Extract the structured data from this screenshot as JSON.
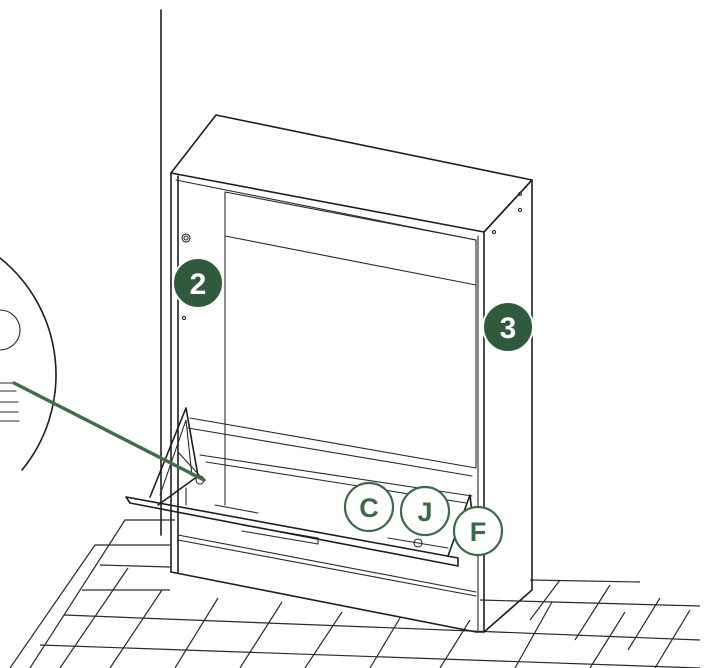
{
  "figure": {
    "step_badges": [
      {
        "id": "panel-2",
        "label": "2",
        "color": "#2f5a3c"
      },
      {
        "id": "panel-3",
        "label": "3",
        "color": "#2f5a3c"
      }
    ],
    "part_labels": [
      {
        "id": "C",
        "label": "C"
      },
      {
        "id": "J",
        "label": "J"
      },
      {
        "id": "F",
        "label": "F"
      }
    ],
    "colors": {
      "badge_fill": "#2f5a3c",
      "part_stroke": "#3b6a48",
      "leader_line": "#3f6e4c",
      "line_art": "#1e1e1e"
    },
    "icons": [
      "cabinet-line-art",
      "floor-tiles",
      "detail-callout-circle",
      "leader-line"
    ]
  }
}
